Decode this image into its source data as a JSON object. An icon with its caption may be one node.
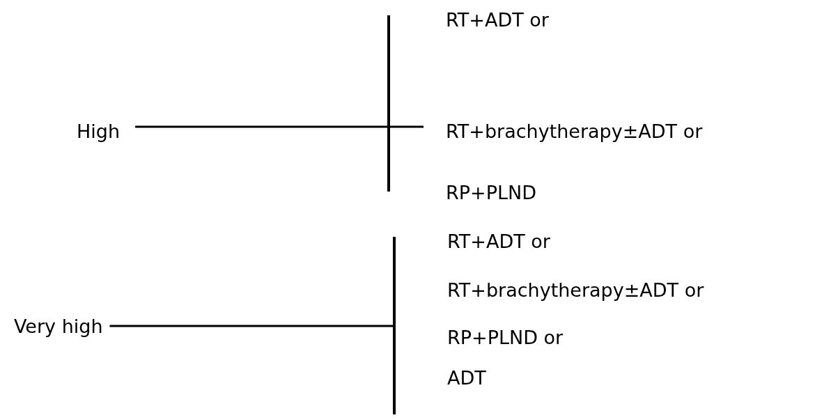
{
  "diagram": {
    "nodes": [
      {
        "text": [
          "High"
        ]
      },
      {
        "text": [],
        "shape": "bar"
      },
      {
        "text": [
          "Very high"
        ]
      },
      {
        "text": [],
        "shape": "bar"
      }
    ],
    "edges": [
      {
        "from": 0,
        "to": 1,
        "arrow": "none"
      },
      {
        "from": 2,
        "to": 3,
        "arrow": "none"
      }
    ],
    "labels": [
      "RT+ADT or",
      "RT+brachytherapy±ADT or",
      "RP+PLND",
      "RT+ADT or",
      "RT+brachytherapy±ADT or",
      "RP+PLND or",
      "ADT"
    ]
  }
}
